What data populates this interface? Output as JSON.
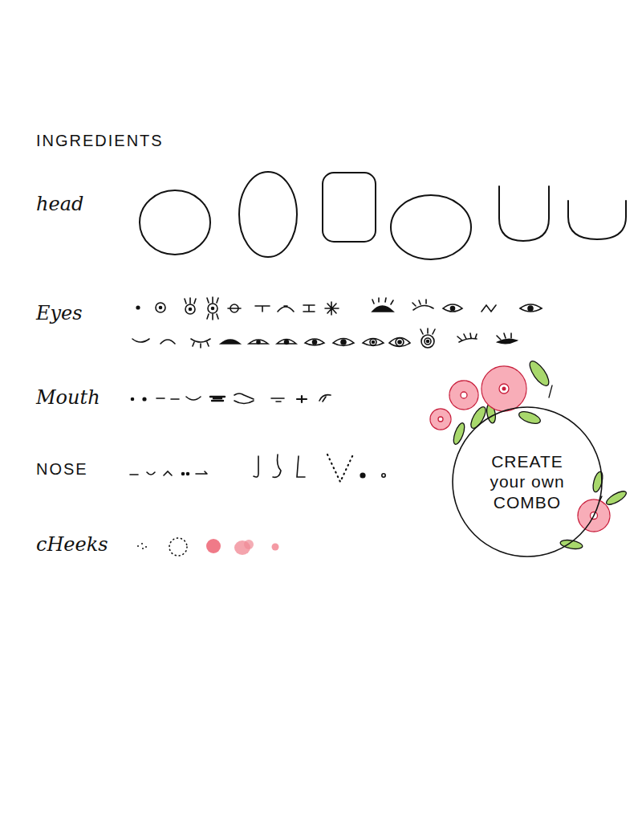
{
  "diagram": {
    "title": "INGREDIENTS",
    "nodes": [
      {
        "text": [
          "CREATE your own COMBO"
        ]
      }
    ],
    "labels": [
      "head",
      "Eyes",
      "Mouth",
      "NOSE",
      "cHeeks"
    ]
  }
}
